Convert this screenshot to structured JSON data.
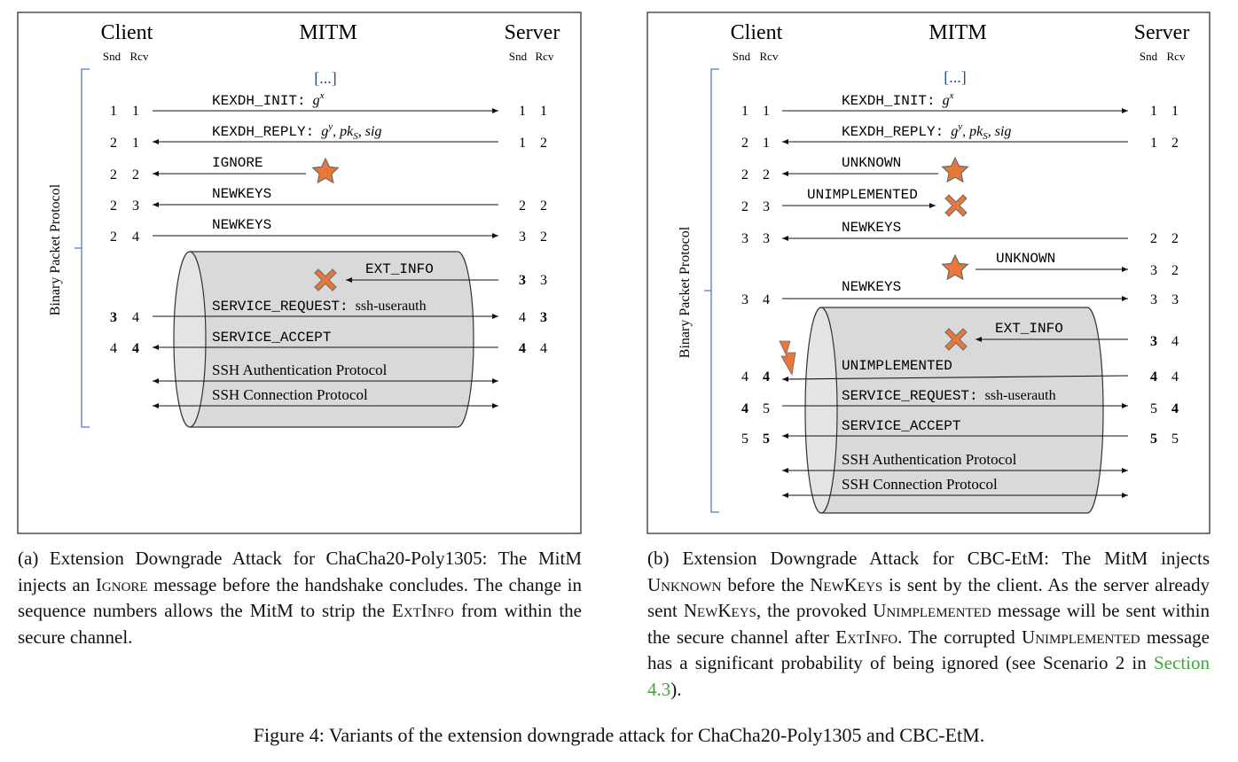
{
  "panel_a": {
    "col_client": "Client",
    "col_mitm": "MITM",
    "col_server": "Server",
    "snd": "Snd",
    "rcv": "Rcv",
    "ellipsis": "[...]",
    "bpp_label": "Binary Packet Protocol",
    "messages": {
      "kexdh_init_name": "KEXDH_INIT:",
      "kexdh_init_arg": "g",
      "kexdh_init_sup": "x",
      "kexdh_reply_name": "KEXDH_REPLY:",
      "kexdh_reply_g": "g",
      "kexdh_reply_sup": "y",
      "kexdh_reply_pk": "pk",
      "kexdh_reply_sub": "S",
      "kexdh_reply_sig": "sig",
      "ignore": "IGNORE",
      "newkeys_1": "NEWKEYS",
      "newkeys_2": "NEWKEYS",
      "ext_info": "EXT_INFO",
      "service_request": "SERVICE_REQUEST:",
      "service_request_arg": "ssh-userauth",
      "service_accept": "SERVICE_ACCEPT",
      "ssh_auth": "SSH Authentication Protocol",
      "ssh_conn": "SSH Connection Protocol"
    },
    "seq": [
      [
        "1",
        "1",
        "1",
        "1"
      ],
      [
        "2",
        "1",
        "1",
        "2"
      ],
      [
        "2",
        "2",
        "",
        ""
      ],
      [
        "2",
        "3",
        "2",
        "2"
      ],
      [
        "2",
        "4",
        "3",
        "2"
      ],
      [
        "",
        "",
        "3",
        "3"
      ],
      [
        "3",
        "4",
        "4",
        "3"
      ],
      [
        "4",
        "4",
        "4",
        "4"
      ]
    ]
  },
  "panel_b": {
    "col_client": "Client",
    "col_mitm": "MITM",
    "col_server": "Server",
    "snd": "Snd",
    "rcv": "Rcv",
    "ellipsis": "[...]",
    "bpp_label": "Binary Packet Protocol",
    "messages": {
      "kexdh_init_name": "KEXDH_INIT:",
      "kexdh_init_arg": "g",
      "kexdh_init_sup": "x",
      "kexdh_reply_name": "KEXDH_REPLY:",
      "kexdh_reply_g": "g",
      "kexdh_reply_sup": "y",
      "kexdh_reply_pk": "pk",
      "kexdh_reply_sub": "S",
      "kexdh_reply_sig": "sig",
      "unknown_1": "UNKNOWN",
      "unimplemented_1": "UNIMPLEMENTED",
      "newkeys_1": "NEWKEYS",
      "unknown_2": "UNKNOWN",
      "newkeys_2": "NEWKEYS",
      "ext_info": "EXT_INFO",
      "unimplemented_2": "UNIMPLEMENTED",
      "service_request": "SERVICE_REQUEST:",
      "service_request_arg": "ssh-userauth",
      "service_accept": "SERVICE_ACCEPT",
      "ssh_auth": "SSH Authentication Protocol",
      "ssh_conn": "SSH Connection Protocol"
    },
    "seq": [
      [
        "1",
        "1",
        "1",
        "1"
      ],
      [
        "2",
        "1",
        "1",
        "2"
      ],
      [
        "2",
        "2",
        "",
        ""
      ],
      [
        "2",
        "3",
        "",
        ""
      ],
      [
        "3",
        "3",
        "2",
        "2"
      ],
      [
        "",
        "",
        "3",
        "2"
      ],
      [
        "3",
        "4",
        "3",
        "3"
      ],
      [
        "",
        "",
        "3",
        "4"
      ],
      [
        "4",
        "4",
        "4",
        "4"
      ],
      [
        "4",
        "5",
        "5",
        "4"
      ],
      [
        "5",
        "5",
        "5",
        "5"
      ]
    ]
  },
  "caption_a": {
    "pre": "(a) Extension Downgrade Attack for ChaCha20-Poly1305: The MitM injects an ",
    "sc1": "Ignore",
    "mid": " message before the handshake concludes. The change in sequence numbers allows the MitM to strip the ",
    "sc2": "ExtInfo",
    "post": " from within the secure channel."
  },
  "caption_b": {
    "t1": "(b) Extension Downgrade Attack for CBC-EtM: The MitM injects ",
    "sc1": "Unknown",
    "t2": " before the ",
    "sc2": "NewKeys",
    "t3": " is sent by the client. As the server already sent ",
    "sc3": "NewKeys",
    "t4": ", the provoked ",
    "sc4": "Unimplemented",
    "t5": " message will be sent within the secure channel after ",
    "sc5": "ExtInfo",
    "t6": ". The corrupted ",
    "sc6": "Unimplemented",
    "t7": " message has a significant probability of being ignored (see Scenario 2 in ",
    "link": "Section 4.3",
    "t8": ")."
  },
  "figure_caption": "Figure 4: Variants of the extension downgrade attack for ChaCha20-Poly1305 and CBC-EtM.",
  "colors": {
    "star": "#e8783a",
    "cross": "#e8783a",
    "tunnel": "#d9d9d9",
    "bracket": "#4a7fc1",
    "link": "#3aa83a"
  },
  "icons": {
    "star": "star-icon",
    "cross": "cross-icon",
    "lightning": "lightning-icon"
  }
}
